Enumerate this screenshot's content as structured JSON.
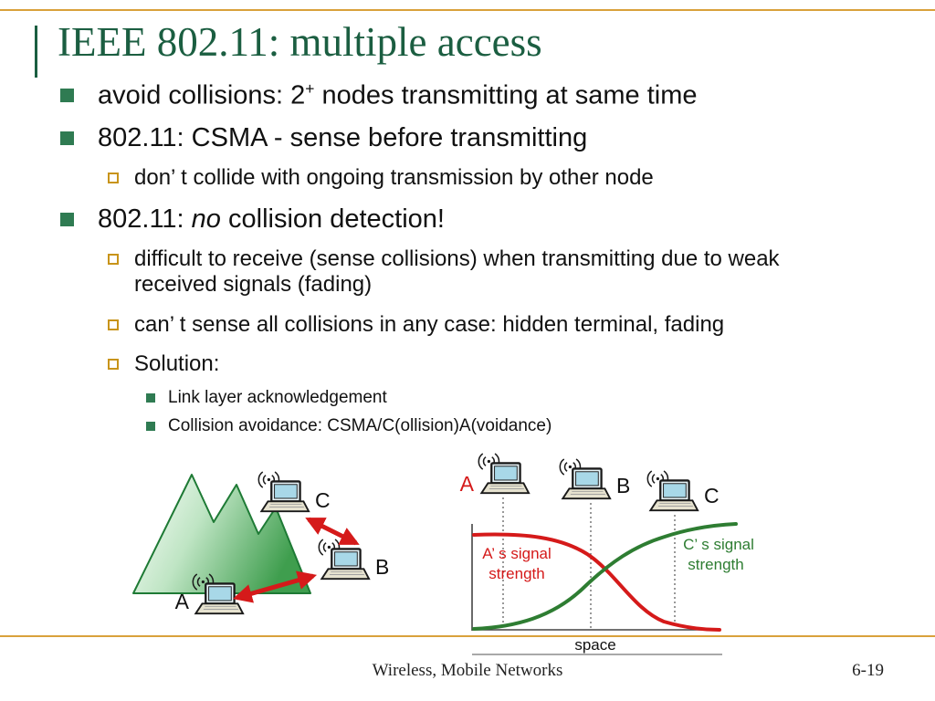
{
  "colors": {
    "title_green": "#1B5E41",
    "bullet_green": "#2F7B52",
    "accent_gold": "#D9A13B",
    "hollow_square_gold": "#C8941A",
    "arrow_red": "#D51A1A",
    "a_signal_red": "#D51A1A",
    "c_signal_green": "#2E7D32"
  },
  "slide": {
    "title": "IEEE 802.11: multiple access"
  },
  "bullets": {
    "b1_pre": "avoid collisions: 2",
    "b1_sup": "+",
    "b1_post": " nodes transmitting at same time",
    "b2": "802.11: CSMA - sense before transmitting",
    "b2a": "don’ t collide with ongoing transmission by other node",
    "b3_pre": "802.11: ",
    "b3_em": "no",
    "b3_post": " collision detection!",
    "b3a": "difficult to receive (sense collisions) when transmitting due to weak received signals (fading)",
    "b3b": "can’ t sense all collisions in any case: hidden terminal, fading",
    "b3c": "Solution:",
    "b3c1": "Link layer acknowledgement",
    "b3c2": "Collision avoidance: CSMA/C(ollision)A(voidance)"
  },
  "hidden_terminal": {
    "label_a": "A",
    "label_b": "B",
    "label_c": "C"
  },
  "fading": {
    "label_a": "A",
    "label_b": "B",
    "label_c": "C",
    "a_signal_line1": "A’ s signal",
    "a_signal_line2": "strength",
    "c_signal_line1": "C’ s signal",
    "c_signal_line2": "strength",
    "x_label": "space"
  },
  "footer": {
    "center": "Wireless, Mobile Networks",
    "page": "6-19"
  }
}
